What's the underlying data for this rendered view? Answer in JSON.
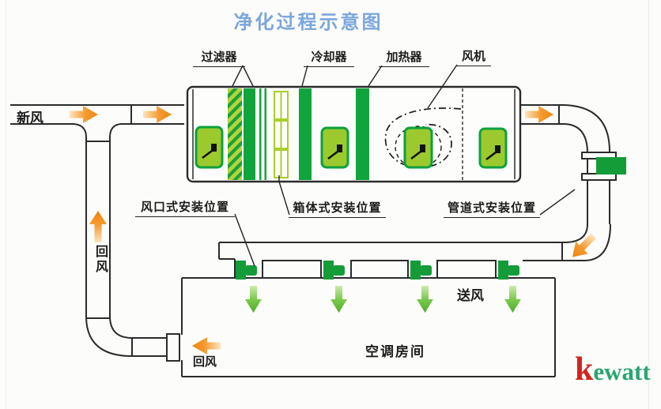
{
  "title": "净化过程示意图",
  "component_labels": {
    "filter": "过滤器",
    "cooler": "冷却器",
    "heater": "加热器",
    "fan": "风机"
  },
  "install_labels": {
    "vent_type": "风口式安装位置",
    "cabinet_type": "箱体式安装位置",
    "duct_type": "管道式安装位置"
  },
  "flow_labels": {
    "fresh_air": "新风",
    "return_air_riser": "回风",
    "return_air_room": "回风",
    "supply_air": "送风",
    "room": "空调房间"
  },
  "logo": {
    "k": "k",
    "ewatt": "ewatt"
  },
  "colors": {
    "title_blue": "#7ca6dc",
    "line_black": "#2b2b2b",
    "solid_green": "#12a43c",
    "yellow_green": "#9cca2e",
    "hatch_bg": "#b6d43a",
    "orange_arrow": "#ee8310",
    "green_arrow": "#4caf27",
    "logo_red": "#d2251c",
    "logo_green": "#2aa571"
  }
}
